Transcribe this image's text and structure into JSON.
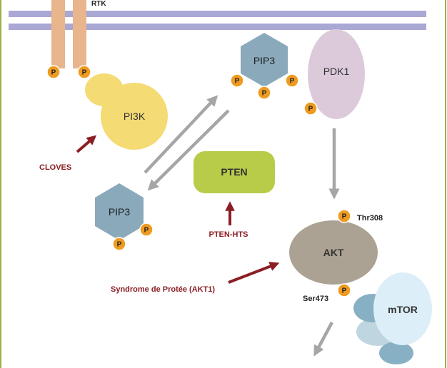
{
  "receptor": {
    "label": "RTK"
  },
  "phospho": {
    "label": "P"
  },
  "molecules": {
    "pi3k": "PI3K",
    "pip3_top": "PIP3",
    "pip3_bottom": "PIP3",
    "pdk1": "PDK1",
    "pten": "PTEN",
    "akt": "AKT",
    "mtor": "mTOR"
  },
  "sites": {
    "thr": "Thr308",
    "ser": "Ser473"
  },
  "mutations": {
    "cloves": "CLOVES",
    "pten_hts": "PTEN-HTS",
    "proteus": "Syndrome de Protée (AKT1)"
  },
  "colors": {
    "membrane": "#a9a7d4",
    "receptor": "#e8b58d",
    "phospho": "#ef9b1f",
    "pi3k": "#f4db74",
    "pip3": "#8aa9bb",
    "pdk1": "#dccadb",
    "pten": "#b9cc4a",
    "akt": "#aca293",
    "mtor": "#dceef7",
    "mtor_partner": "#88b0c4",
    "arrow_gray": "#a6a6a6",
    "arrow_red": "#8b1e24",
    "mutation_text": "#8b1e24",
    "frame": "#98b04a"
  }
}
